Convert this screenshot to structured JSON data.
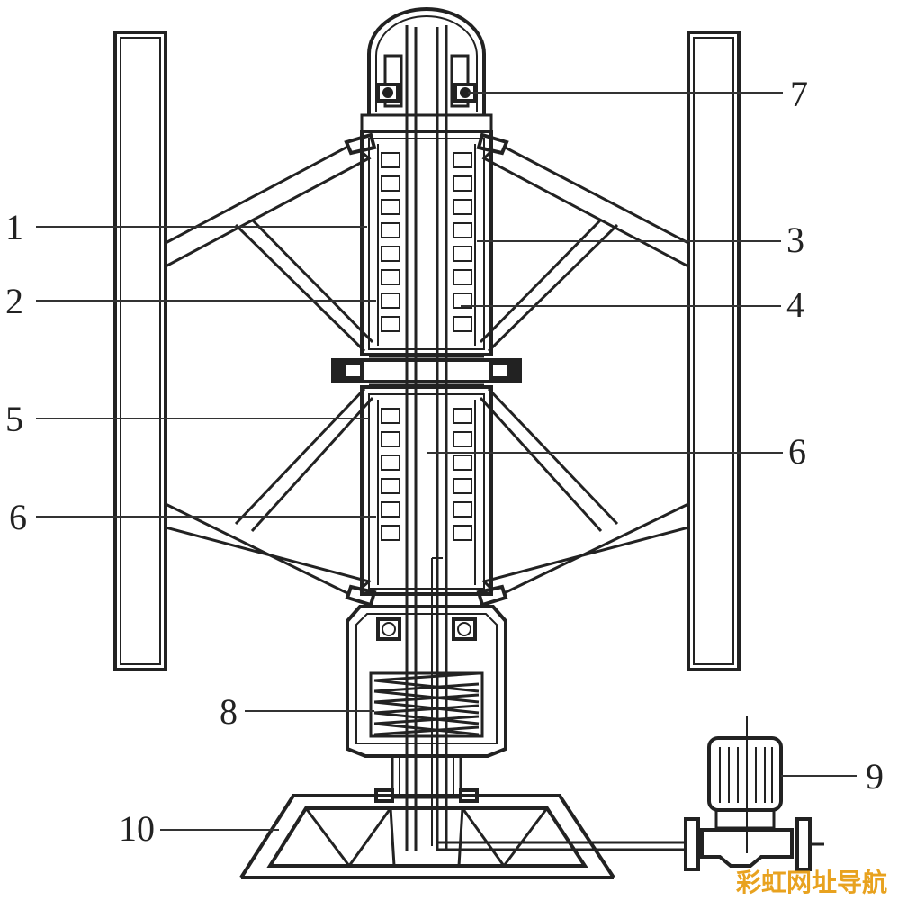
{
  "labels": {
    "l1": "1",
    "l2": "2",
    "l3": "3",
    "l4": "4",
    "l5": "5",
    "l6a": "6",
    "l6b": "6",
    "l7": "7",
    "l8": "8",
    "l9": "9",
    "l10": "10"
  },
  "watermark": {
    "text": "彩虹网址导航",
    "color": "#e8a21f"
  }
}
